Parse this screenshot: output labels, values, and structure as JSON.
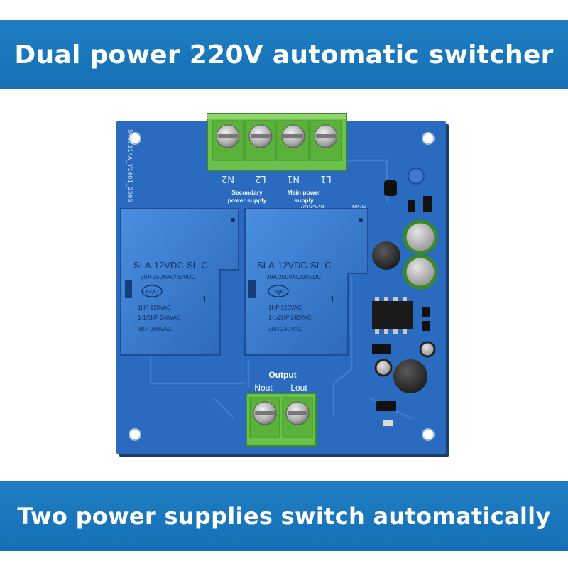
{
  "header": {
    "title": "Dual power 220V automatic switcher"
  },
  "footer": {
    "caption": "Two power supplies switch automatically"
  },
  "board": {
    "color": "#2a6bc0",
    "silkscreen": {
      "part_id": "5437314A_Y1061_2505",
      "terminal_labels": [
        "N2",
        "L2",
        "N1",
        "L1"
      ],
      "secondary_label": [
        "Secondary",
        "power supply"
      ],
      "main_label": [
        "Main power",
        "supply"
      ],
      "backup_label": "BACKUP",
      "main_mark": "MAIN",
      "output_title": "Output",
      "output_labels": [
        "Nout",
        "Lout"
      ]
    },
    "relays": [
      {
        "model": "SLA-12VDC-SL-C",
        "rating": "30A 250VAC/30VDC",
        "cert": "CQC",
        "lines": [
          "1HP 120VAC",
          "1-1/2HP 240VAC",
          "30A 240VAC"
        ],
        "mark": "1"
      },
      {
        "model": "SLA-12VDC-SL-C",
        "rating": "30A 250VAC/30VDC",
        "cert": "CQC",
        "lines": [
          "1HP 120VAC",
          "1-1/2HP 240VAC",
          "30A 240VAC"
        ],
        "mark": "1"
      }
    ]
  }
}
